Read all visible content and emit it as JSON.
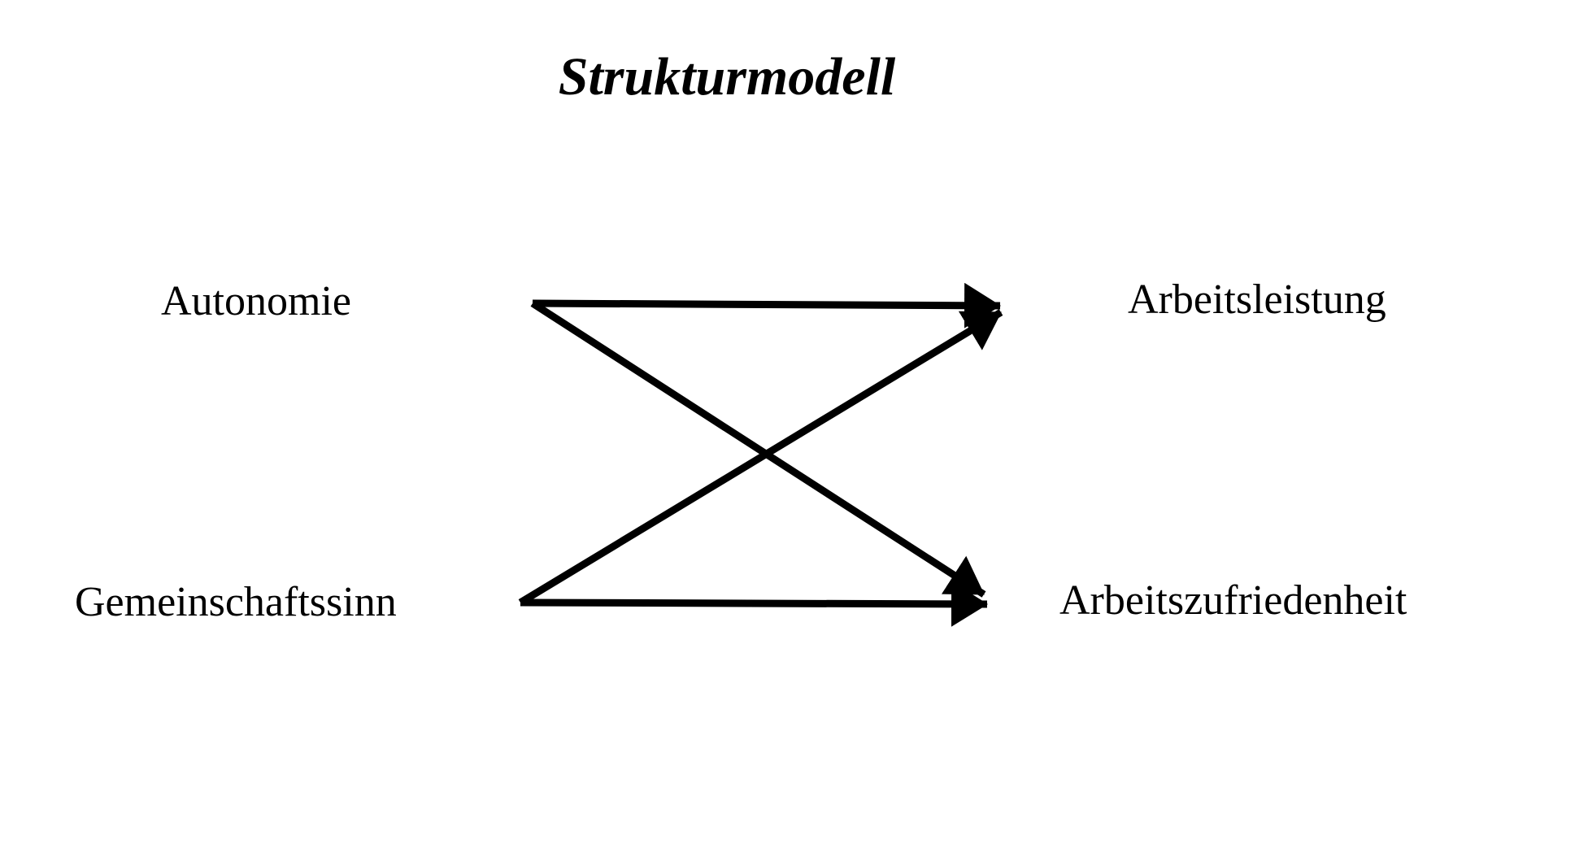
{
  "title": "Strukturmodell",
  "diagram": {
    "left_nodes": [
      {
        "id": "autonomie",
        "label": "Autonomie"
      },
      {
        "id": "gemeinschaftssinn",
        "label": "Gemeinschaftssinn"
      }
    ],
    "right_nodes": [
      {
        "id": "arbeitsleistung",
        "label": "Arbeitsleistung"
      },
      {
        "id": "arbeitszufriedenheit",
        "label": "Arbeitszufriedenheit"
      }
    ],
    "edges": [
      {
        "from": "Autonomie",
        "to": "Arbeitsleistung"
      },
      {
        "from": "Autonomie",
        "to": "Arbeitszufriedenheit"
      },
      {
        "from": "Gemeinschaftssinn",
        "to": "Arbeitsleistung"
      },
      {
        "from": "Gemeinschaftssinn",
        "to": "Arbeitszufriedenheit"
      }
    ],
    "colors": {
      "arrow": "#000000",
      "text": "#000000",
      "background": "#ffffff"
    }
  }
}
